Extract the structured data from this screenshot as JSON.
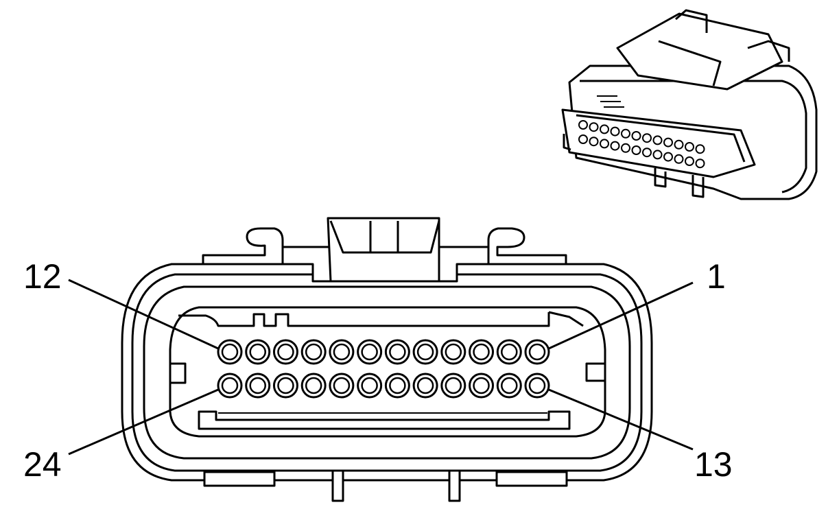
{
  "connector": {
    "rows": [
      {
        "first_pin": 1,
        "last_pin": 12
      },
      {
        "first_pin": 13,
        "last_pin": 24
      }
    ],
    "pins_per_row": 12
  },
  "callouts": {
    "top_left": "12",
    "top_right": "1",
    "bottom_left": "24",
    "bottom_right": "13"
  }
}
